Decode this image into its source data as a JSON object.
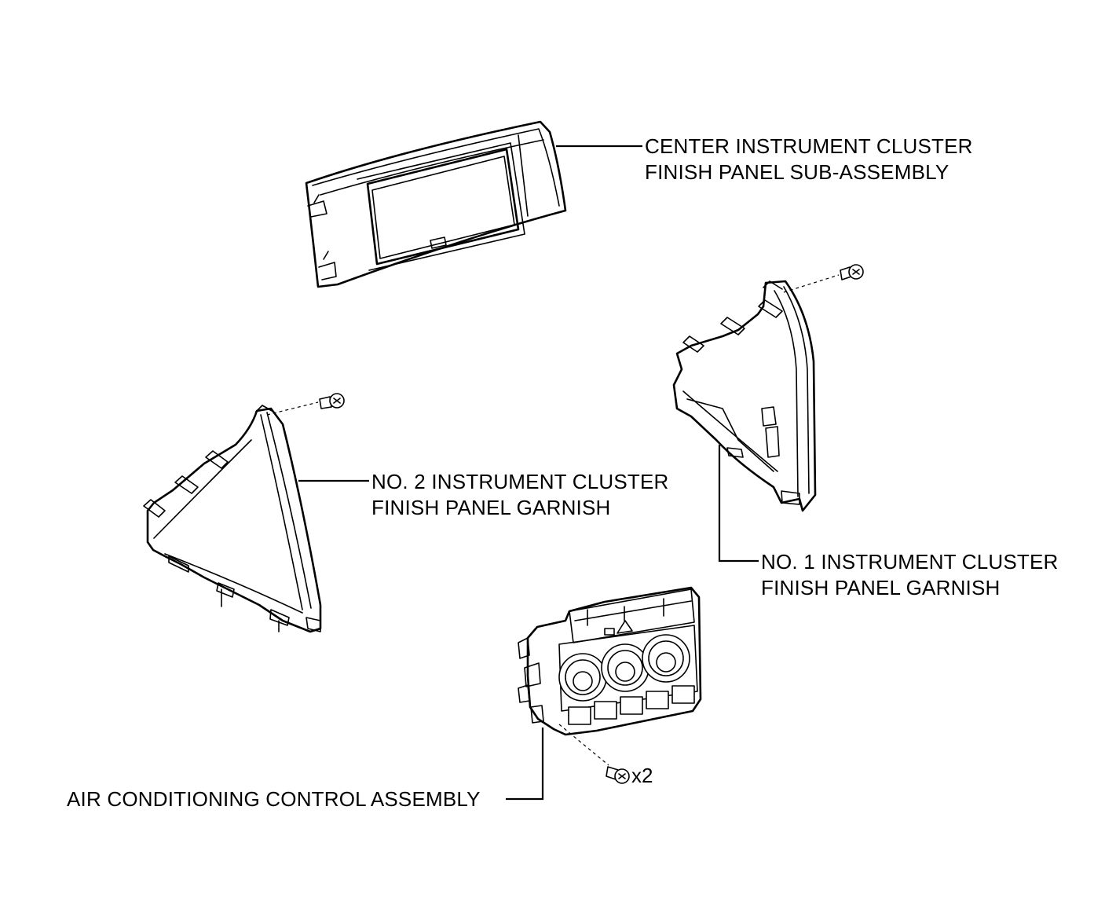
{
  "callouts": {
    "center_panel": {
      "line1": "CENTER INSTRUMENT CLUSTER",
      "line2": "FINISH PANEL SUB-ASSEMBLY"
    },
    "no2_garnish": {
      "line1": "NO. 2 INSTRUMENT CLUSTER",
      "line2": "FINISH PANEL GARNISH"
    },
    "no1_garnish": {
      "line1": "NO. 1 INSTRUMENT CLUSTER",
      "line2": "FINISH PANEL GARNISH"
    },
    "ac_control": {
      "line1": "AIR CONDITIONING CONTROL ASSEMBLY"
    }
  },
  "screw_quantity": "x2",
  "colors": {
    "line": "#000000",
    "background": "#ffffff"
  }
}
